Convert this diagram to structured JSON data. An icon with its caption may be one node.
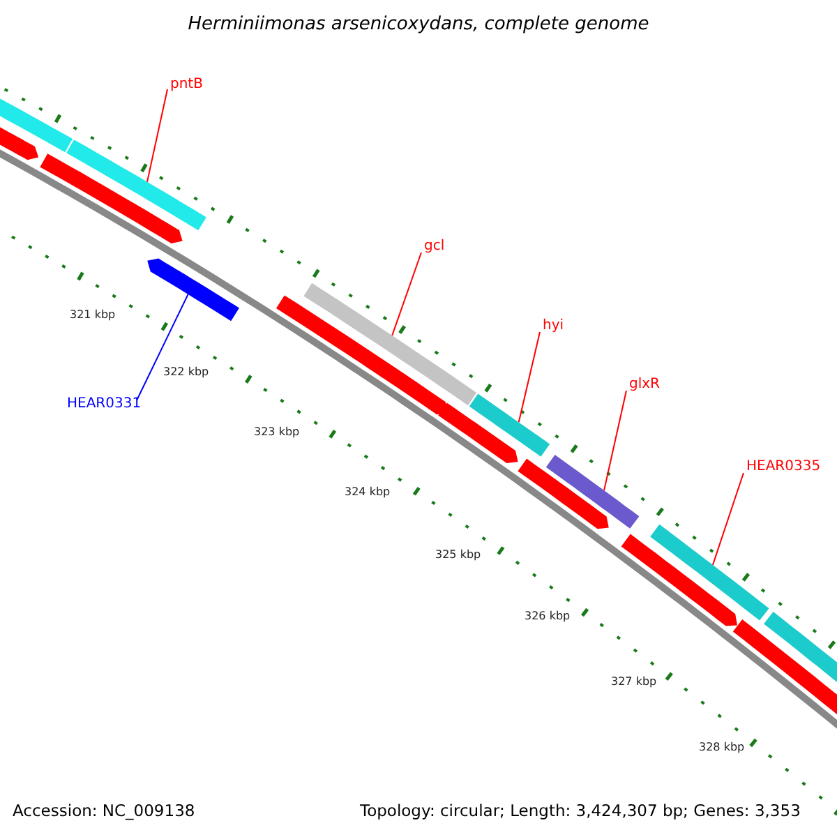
{
  "diagram": {
    "title": "Herminiimonas arsenicoxydans, complete genome",
    "nodes": [
      {
        "text": [
          "pntB"
        ]
      },
      {
        "text": [],
        "shape": "bar"
      },
      {
        "text": [
          "gcl"
        ]
      },
      {
        "text": [],
        "shape": "bar"
      },
      {
        "text": [
          "hyi"
        ]
      },
      {
        "text": [],
        "shape": "bar"
      },
      {
        "text": [
          "glxR"
        ]
      },
      {
        "text": [],
        "shape": "bar"
      },
      {
        "text": [
          "HEAR0335"
        ]
      },
      {
        "text": [],
        "shape": "bar"
      },
      {
        "text": [
          "HEAR0331"
        ]
      },
      {
        "text": [],
        "shape": "bar"
      },
      {
        "text": [],
        "shape": "bar"
      },
      {
        "text": [],
        "shape": "bar"
      },
      {
        "text": [],
        "shape": "bar"
      },
      {
        "text": [],
        "shape": "bar"
      },
      {
        "text": [],
        "shape": "bar"
      },
      {
        "text": [],
        "shape": "bar"
      },
      {
        "text": [],
        "shape": "bar"
      },
      {
        "text": [],
        "shape": "bar"
      },
      {
        "text": [],
        "shape": "bar"
      }
    ],
    "edges": [
      {
        "from": 0,
        "to": 1,
        "arrow": "none"
      },
      {
        "from": 2,
        "to": 3,
        "arrow": "none"
      },
      {
        "from": 4,
        "to": 5,
        "arrow": "none"
      },
      {
        "from": 6,
        "to": 7,
        "arrow": "none"
      },
      {
        "from": 8,
        "to": 9,
        "arrow": "none"
      },
      {
        "from": 10,
        "to": 11,
        "arrow": "none",
        "color": "#0000ff"
      }
    ],
    "labels": [
      "321 kbp",
      "322 kbp",
      "323 kbp",
      "324 kbp",
      "325 kbp",
      "326 kbp",
      "327 kbp",
      "328 kbp",
      "Accession: NC_009138",
      "Topology: circular; Length: 3,424,307 bp; Genes: 3,353"
    ]
  }
}
